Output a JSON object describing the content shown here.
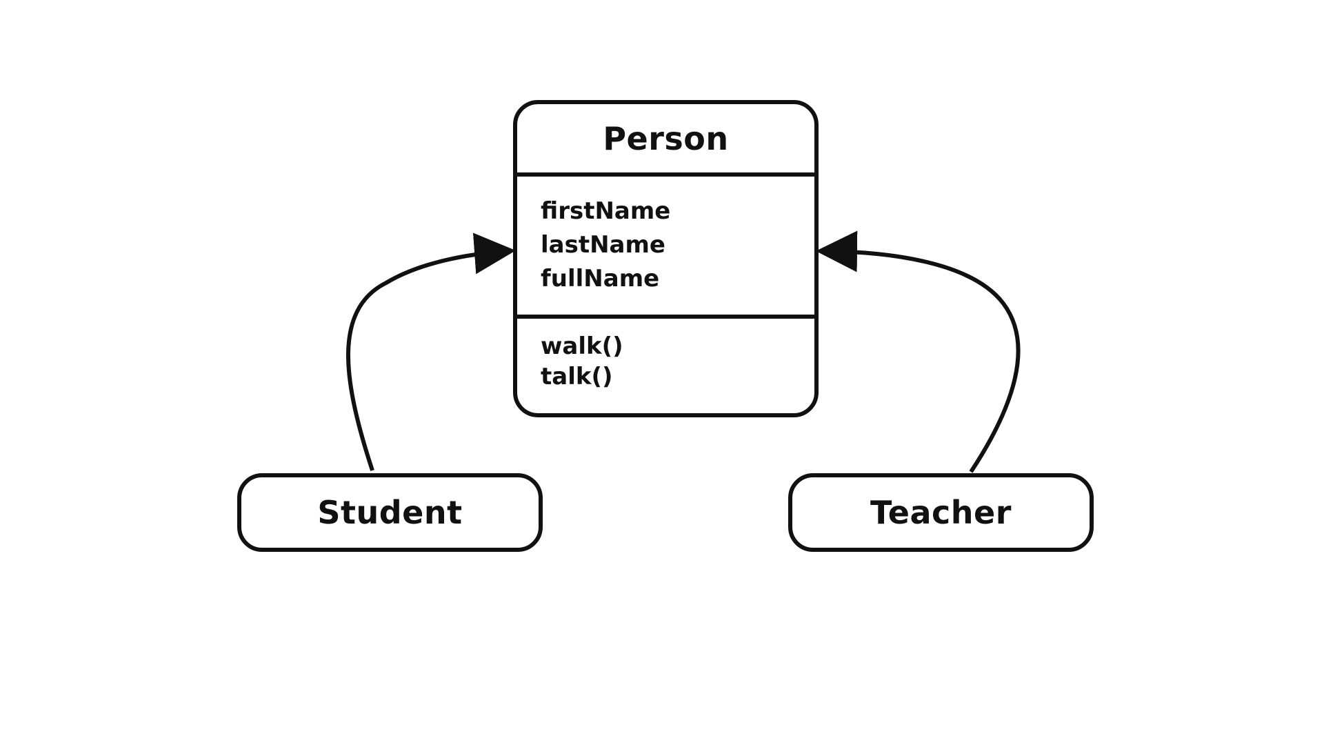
{
  "diagram": {
    "parent_class": {
      "name": "Person",
      "attributes": [
        "firstName",
        "lastName",
        "fullName"
      ],
      "methods": [
        "walk()",
        "talk()"
      ]
    },
    "child_classes": [
      "Student",
      "Teacher"
    ],
    "relations": [
      {
        "from": "Student",
        "to": "Person",
        "type": "inheritance-arrow"
      },
      {
        "from": "Teacher",
        "to": "Person",
        "type": "inheritance-arrow"
      }
    ],
    "colors": {
      "stroke": "#111111",
      "background": "#ffffff"
    }
  }
}
